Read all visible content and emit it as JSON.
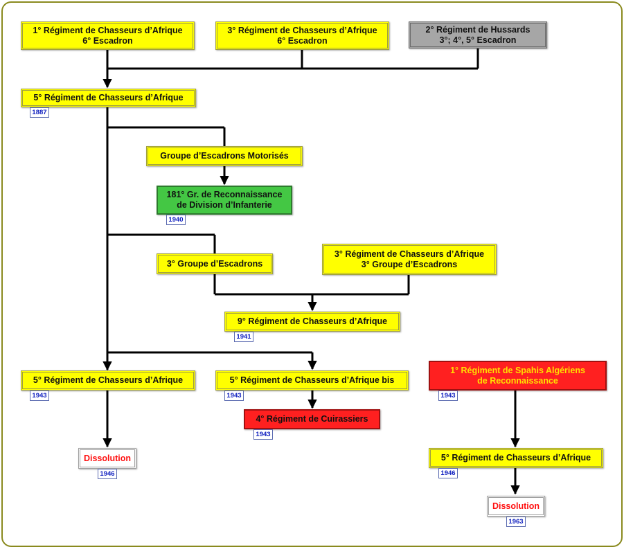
{
  "nodes": {
    "n1": "1° Régiment de Chasseurs d’Afrique\n6° Escadron",
    "n2": "3° Régiment de Chasseurs d’Afrique\n6° Escadron",
    "n3": "2° Régiment de Hussards\n3°; 4°, 5° Escadron",
    "n4": "5° Régiment de Chasseurs d’Afrique",
    "n5": "Groupe d’Escadrons Motorisés",
    "n6": "181° Gr. de Reconnaissance\nde Division d’Infanterie",
    "n7": "3° Groupe d’Escadrons",
    "n8": "3° Régiment de Chasseurs d’Afrique\n3° Groupe d’Escadrons",
    "n9": "9° Régiment de Chasseurs d’Afrique",
    "n10": "5° Régiment de Chasseurs d’Afrique",
    "n11": "5° Régiment de Chasseurs d’Afrique bis",
    "n12": "1° Régiment de Spahis Algériens\nde Reconnaissance",
    "n13": "4° Régiment de Cuirassiers",
    "n14": "Dissolution",
    "n15": "5° Régiment de Chasseurs d’Afrique",
    "n16": "Dissolution"
  },
  "years": {
    "y4": "1887",
    "y6": "1940",
    "y9": "1941",
    "y10": "1943",
    "y11": "1943",
    "y12": "1943",
    "y13": "1943",
    "y14": "1946",
    "y15": "1946",
    "y16": "1963"
  },
  "colors": {
    "regiment": "#ffff00",
    "hussards": "#a6a6a6",
    "reconnaissance": "#44c744",
    "highlight": "#ff2020",
    "dissolution_text": "#ff1010",
    "year_text": "#1020c0",
    "frame": "#8a8a1e"
  }
}
